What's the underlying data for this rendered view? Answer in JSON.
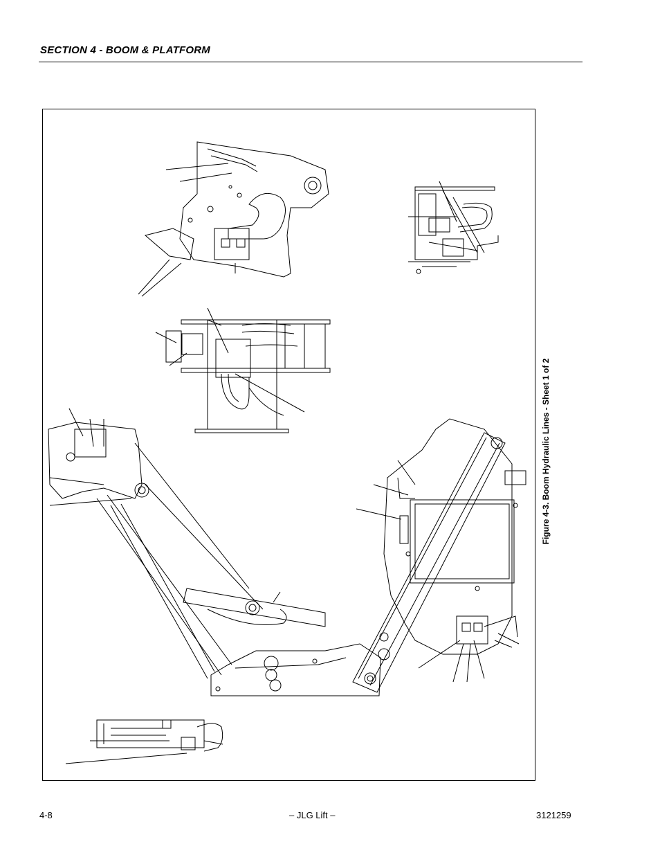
{
  "header": {
    "section_title": "SECTION 4 - BOOM & PLATFORM"
  },
  "figure": {
    "caption": "Figure 4-3.  Boom Hydraulic Lines - Sheet 1 of 2"
  },
  "footer": {
    "page_number": "4-8",
    "center_text": "– JLG Lift –",
    "document_number": "3121259"
  }
}
